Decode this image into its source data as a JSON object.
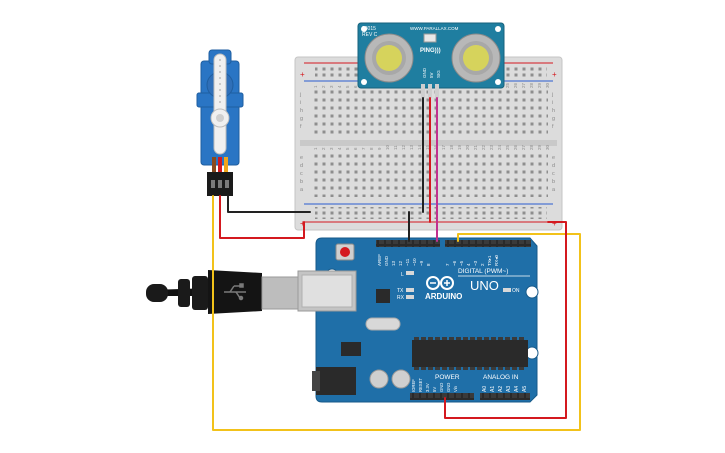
{
  "sensor": {
    "part": "28015",
    "rev": "REV C",
    "url": "WWW.PARALLAX.COM",
    "name": "PING)))",
    "pins": [
      "GND",
      "5V",
      "SIG"
    ]
  },
  "breadboard": {
    "row_letters_top": [
      "j",
      "i",
      "h",
      "g",
      "f"
    ],
    "row_letters_bottom": [
      "e",
      "d",
      "c",
      "b",
      "a"
    ],
    "column_numbers": [
      "1",
      "2",
      "3",
      "4",
      "5",
      "6",
      "7",
      "8",
      "9",
      "10",
      "11",
      "12",
      "13",
      "14",
      "15",
      "16",
      "17",
      "18",
      "19",
      "20",
      "21",
      "22",
      "23",
      "24",
      "25",
      "26",
      "27",
      "28",
      "29",
      "30"
    ],
    "rail_plus": "+",
    "rail_minus": "-"
  },
  "arduino": {
    "logo": "ARDUINO",
    "model": "UNO",
    "digital_label": "DIGITAL (PWM~)",
    "power_label": "POWER",
    "analog_label": "ANALOG IN",
    "on_label": "ON",
    "led_l": "L",
    "led_tx": "TX",
    "led_rx": "RX",
    "digital_pins": [
      "AREF",
      "GND",
      "13",
      "12",
      "~11",
      "~10",
      "~9",
      "8",
      "7",
      "~6",
      "~5",
      "4",
      "~3",
      "2",
      "TX▸1",
      "RX◂0"
    ],
    "power_pins": [
      "IOREF",
      "RESET",
      "3.3V",
      "5V",
      "GND",
      "GND",
      "Vin"
    ],
    "analog_pins": [
      "A0",
      "A1",
      "A2",
      "A3",
      "A4",
      "A5"
    ]
  },
  "colors": {
    "board_blue": "#1f6fa8",
    "sensor_blue": "#1f7ea0",
    "servo_blue": "#2a75c4",
    "wire_red": "#d4191f",
    "wire_black": "#222222",
    "wire_yellow": "#f2c21a",
    "wire_magenta": "#c2318f"
  }
}
